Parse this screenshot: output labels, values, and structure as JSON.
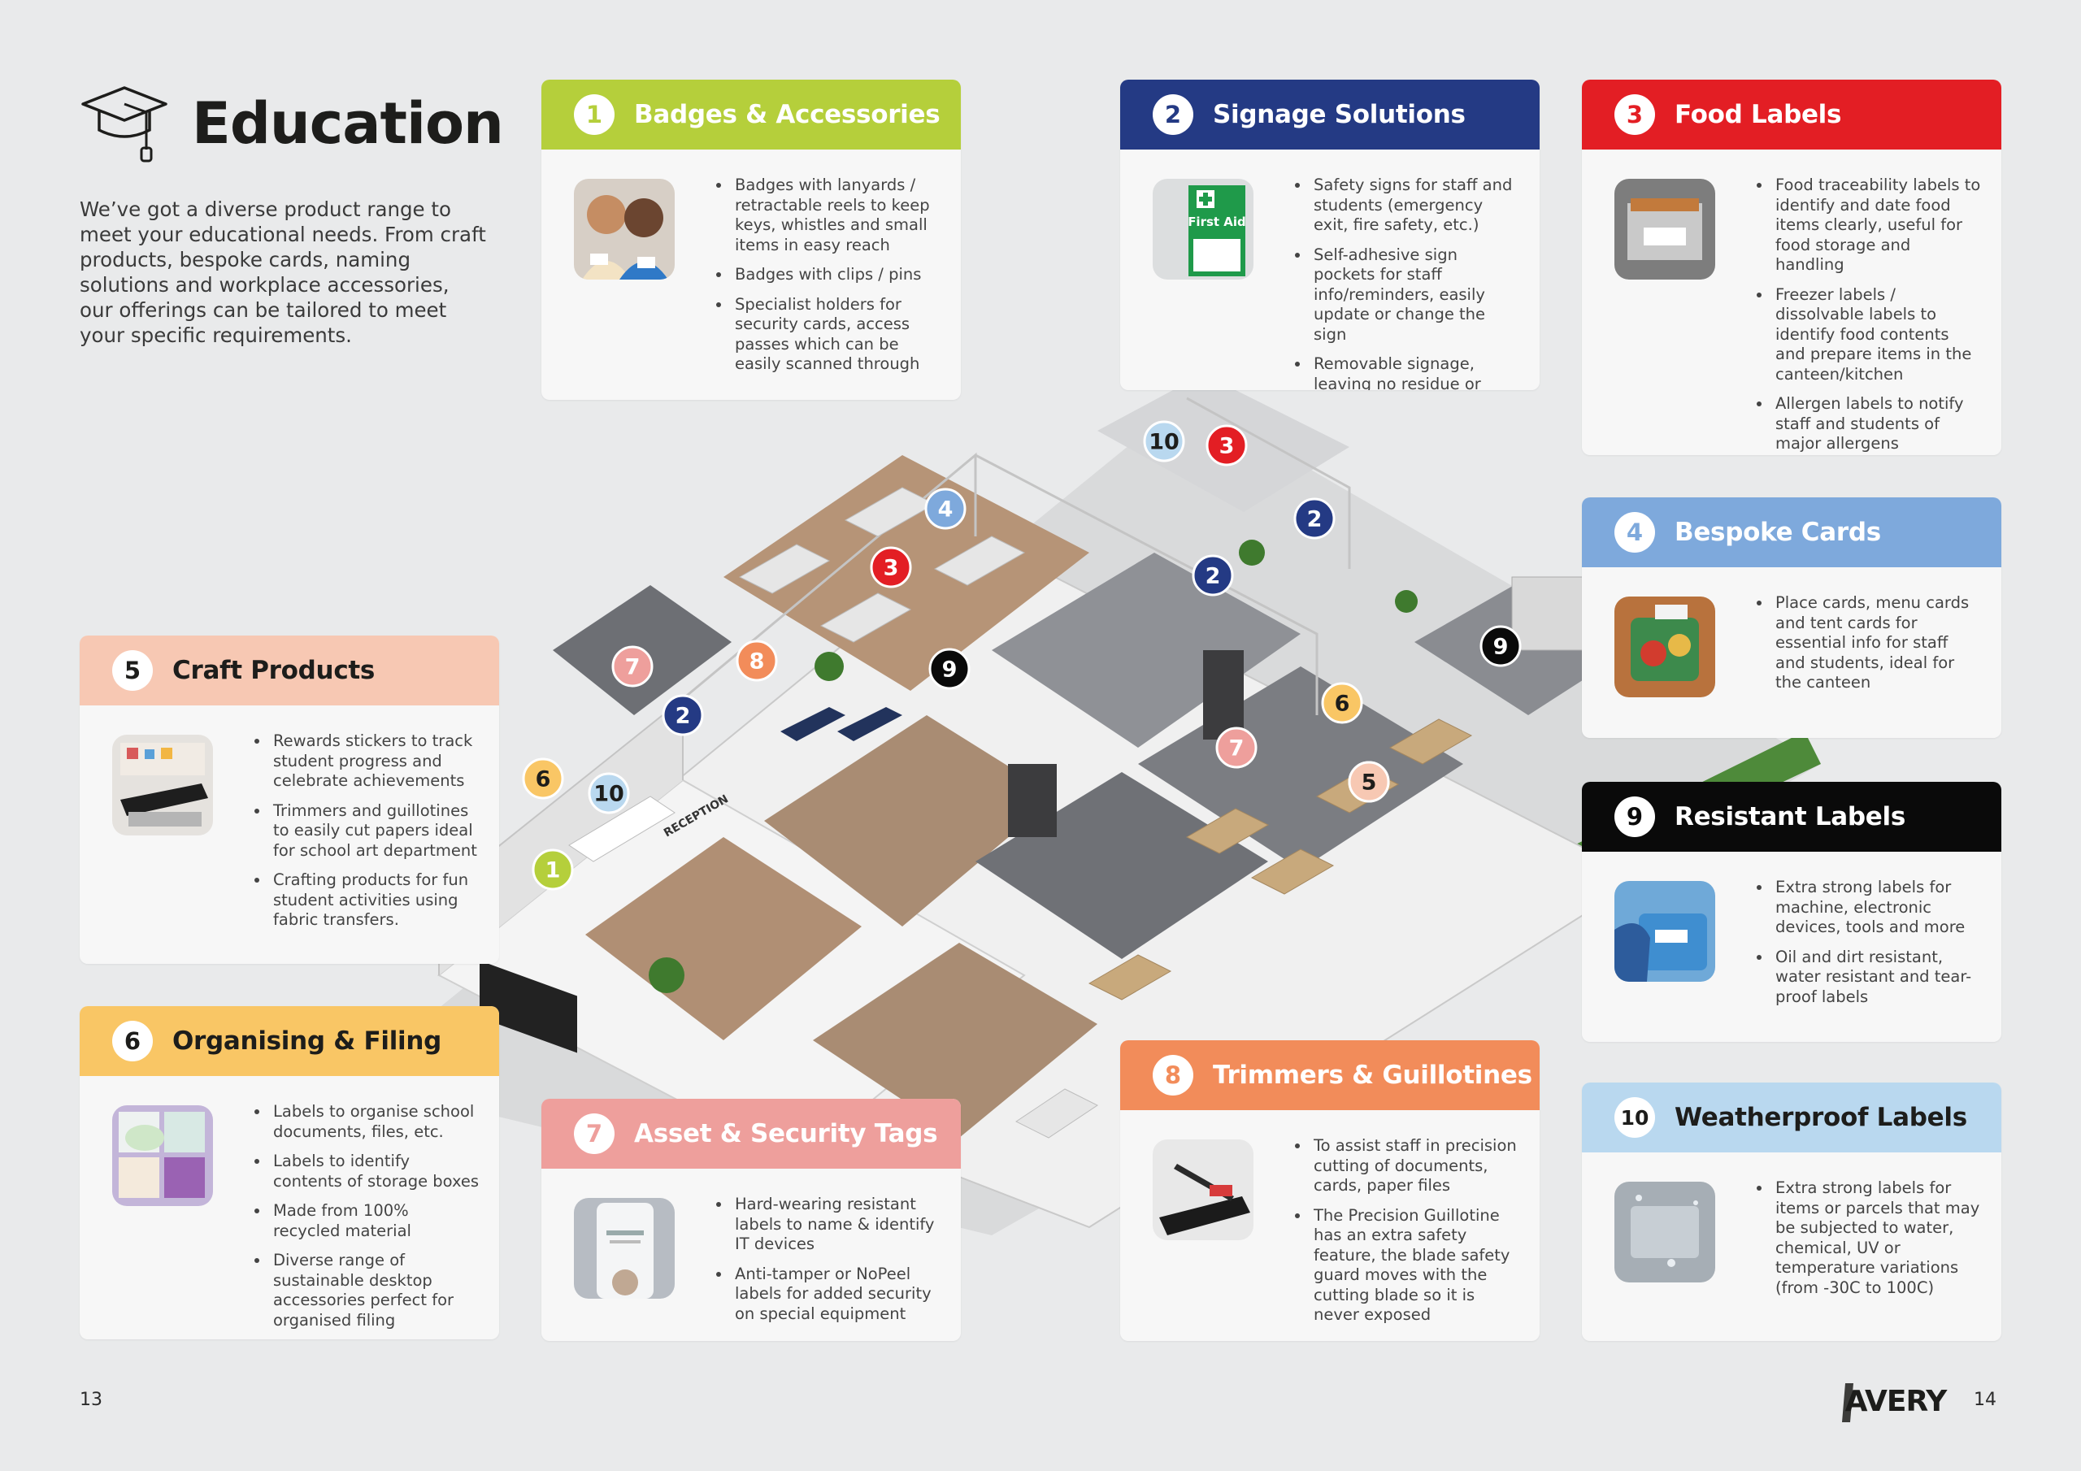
{
  "header": {
    "title": "Education",
    "intro": "We’ve got a diverse product range to meet your educational needs. From craft products, bespoke cards, naming solutions and workplace accessories, our offerings can be tailored to meet your specific requirements."
  },
  "cards": [
    {
      "num": "1",
      "title": "Badges & Accessories",
      "color": "#b5cf3b",
      "bullets": [
        "Badges with lanyards / retractable reels to keep keys, whistles and small items in easy reach",
        "Badges with clips / pins",
        "Specialist holders for security cards, access passes which can be easily scanned through"
      ]
    },
    {
      "num": "2",
      "title": "Signage Solutions",
      "color": "#243a84",
      "bullets": [
        "Safety signs for staff and students (emergency exit, fire safety, etc.)",
        "Self-adhesive sign pockets for staff info/reminders, easily update or change the sign",
        "Removable signage, leaving no residue or damage to walls"
      ]
    },
    {
      "num": "3",
      "title": "Food Labels",
      "color": "#e31e24",
      "bullets": [
        "Food traceability labels to identify and date food items clearly, useful for food storage and handling",
        "Freezer labels / dissolvable labels to identify food contents and prepare items in the canteen/kitchen",
        "Allergen labels to notify staff and students of major allergens"
      ]
    },
    {
      "num": "4",
      "title": "Bespoke Cards",
      "color": "#7ea9dc",
      "bullets": [
        "Place cards, menu cards and tent cards for essential info for staff and students, ideal for the canteen"
      ]
    },
    {
      "num": "5",
      "title": "Craft Products",
      "color": "#f7c8b3",
      "bullets": [
        "Rewards stickers to track student progress and celebrate achievements",
        "Trimmers and guillotines to easily cut papers ideal for school art department",
        "Crafting products for fun student activities using fabric transfers."
      ]
    },
    {
      "num": "6",
      "title": "Organising & Filing",
      "color": "#f9c665",
      "bullets": [
        "Labels to organise school documents, files, etc.",
        "Labels to identify contents of storage boxes",
        "Made from 100% recycled material",
        "Diverse range of sustainable desktop accessories perfect for organised filing"
      ]
    },
    {
      "num": "7",
      "title": "Asset & Security Tags",
      "color": "#ee9f9c",
      "bullets": [
        "Hard-wearing resistant labels to name & identify IT devices",
        "Anti-tamper or NoPeel labels for added security on special equipment"
      ]
    },
    {
      "num": "8",
      "title": "Trimmers & Guillotines",
      "color": "#f28c5a",
      "bullets": [
        "To assist staff in precision cutting of documents, cards, paper files",
        "The Precision Guillotine has an extra safety feature, the blade safety guard moves with the cutting blade so it is never exposed"
      ]
    },
    {
      "num": "9",
      "title": "Resistant Labels",
      "color": "#0a0a0a",
      "bullets": [
        "Extra strong labels for machine, electronic devices, tools and more",
        "Oil and dirt resistant, water resistant and tear-proof labels"
      ]
    },
    {
      "num": "10",
      "title": "Weatherproof Labels",
      "color": "#b9d8ef",
      "bullets": [
        "Extra strong labels for items or parcels that may be subjected to water, chemical, UV or temperature variations (from -30C to 100C)"
      ]
    }
  ],
  "floorplan": {
    "room_labels": {
      "reception": "RECEPTION",
      "first_aid": "First Aid"
    },
    "markers": [
      {
        "num": "1",
        "color": "#b5cf3b",
        "text_color": "#ffffff"
      },
      {
        "num": "2",
        "color": "#243a84",
        "text_color": "#ffffff"
      },
      {
        "num": "2",
        "color": "#243a84",
        "text_color": "#ffffff"
      },
      {
        "num": "2",
        "color": "#243a84",
        "text_color": "#ffffff"
      },
      {
        "num": "3",
        "color": "#e31e24",
        "text_color": "#ffffff"
      },
      {
        "num": "3",
        "color": "#e31e24",
        "text_color": "#ffffff"
      },
      {
        "num": "4",
        "color": "#7ea9dc",
        "text_color": "#ffffff"
      },
      {
        "num": "5",
        "color": "#f7c8b3",
        "text_color": "#1d1d1b"
      },
      {
        "num": "5",
        "color": "#f7c8b3",
        "text_color": "#1d1d1b"
      },
      {
        "num": "6",
        "color": "#f9c665",
        "text_color": "#1d1d1b"
      },
      {
        "num": "6",
        "color": "#f9c665",
        "text_color": "#1d1d1b"
      },
      {
        "num": "7",
        "color": "#ee9f9c",
        "text_color": "#ffffff"
      },
      {
        "num": "7",
        "color": "#ee9f9c",
        "text_color": "#ffffff"
      },
      {
        "num": "8",
        "color": "#f28c5a",
        "text_color": "#ffffff"
      },
      {
        "num": "9",
        "color": "#0a0a0a",
        "text_color": "#ffffff"
      },
      {
        "num": "9",
        "color": "#0a0a0a",
        "text_color": "#ffffff"
      },
      {
        "num": "10",
        "color": "#b9d8ef",
        "text_color": "#1d1d1b"
      },
      {
        "num": "10",
        "color": "#b9d8ef",
        "text_color": "#1d1d1b"
      }
    ]
  },
  "footer": {
    "page_left": "13",
    "page_right": "14",
    "brand": "AVERY"
  }
}
